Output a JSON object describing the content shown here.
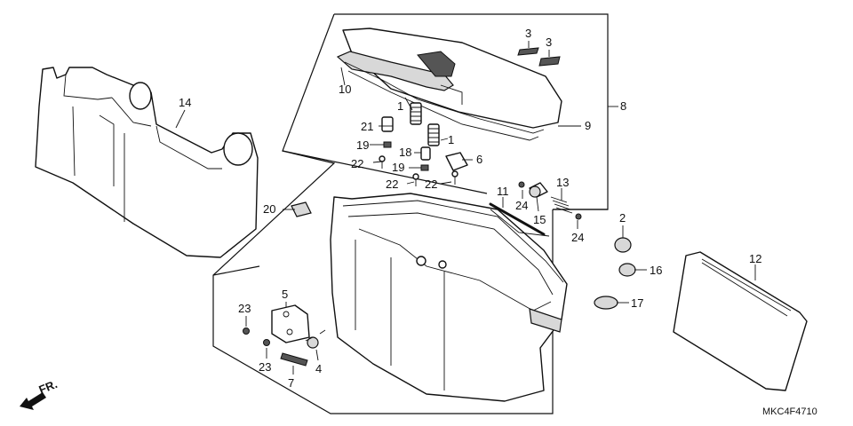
{
  "diagram_code": "MKC4F4710",
  "direction_label": "FR.",
  "callouts": {
    "c1a": "1",
    "c1b": "1",
    "c2": "2",
    "c3a": "3",
    "c3b": "3",
    "c4": "4",
    "c5": "5",
    "c6": "6",
    "c7": "7",
    "c8": "8",
    "c9": "9",
    "c10": "10",
    "c11": "11",
    "c12": "12",
    "c13": "13",
    "c14": "14",
    "c15": "15",
    "c16": "16",
    "c17": "17",
    "c18": "18",
    "c19a": "19",
    "c19b": "19",
    "c20": "20",
    "c21": "21",
    "c22a": "22",
    "c22b": "22",
    "c22c": "22",
    "c23a": "23",
    "c23b": "23",
    "c24a": "24",
    "c24b": "24"
  }
}
